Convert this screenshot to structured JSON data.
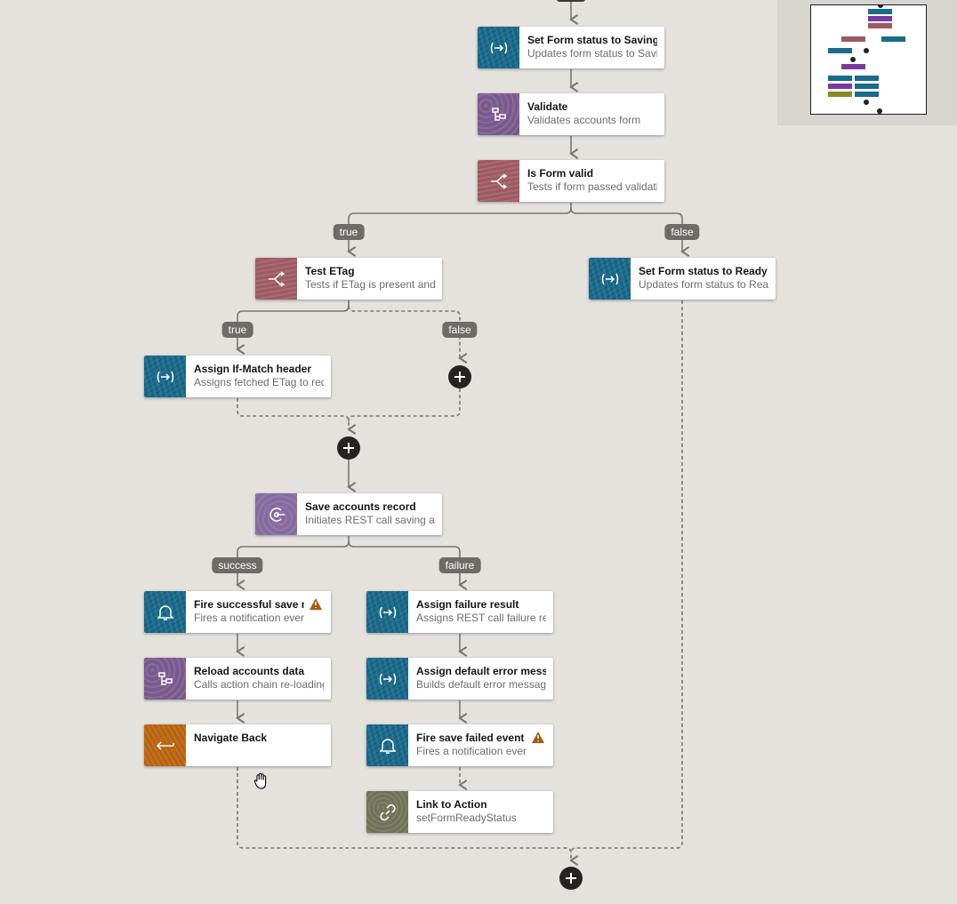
{
  "canvas": {
    "background": "#e5e2de",
    "connector_color": "#7a7672"
  },
  "node_colors": {
    "assign": "#1a6a8c",
    "call_chain": "#7a5a8e",
    "if": "#9e5a62",
    "rest": "#866aa0",
    "navigate": "#b8620d",
    "link": "#6f7257",
    "warning": "#a45a12"
  },
  "nodes": [
    {
      "id": "set-saving",
      "type": "assign",
      "icon": "assign-arrow-icon",
      "title": "Set Form status to Saving",
      "subtitle": "Updates form status to Saving"
    },
    {
      "id": "validate",
      "type": "call_chain",
      "icon": "chain-icon",
      "title": "Validate",
      "subtitle": "Validates accounts form"
    },
    {
      "id": "is-form-valid",
      "type": "if",
      "icon": "branch-icon",
      "title": "Is Form valid",
      "subtitle": "Tests if form passed validation"
    },
    {
      "id": "test-etag",
      "type": "if",
      "icon": "branch-icon",
      "title": "Test ETag",
      "subtitle": "Tests if ETag is present and"
    },
    {
      "id": "set-ready",
      "type": "assign",
      "icon": "assign-arrow-icon",
      "title": "Set Form status to Ready",
      "subtitle": "Updates form status to Ready"
    },
    {
      "id": "assign-if-match",
      "type": "assign",
      "icon": "assign-arrow-icon",
      "title": "Assign If-Match header",
      "subtitle": "Assigns fetched ETag to request"
    },
    {
      "id": "save-record",
      "type": "rest",
      "icon": "rest-icon",
      "title": "Save accounts record",
      "subtitle": "Initiates REST call saving a"
    },
    {
      "id": "fire-success",
      "type": "assign",
      "icon": "bell-icon",
      "title": "Fire successful save notification",
      "subtitle": "Fires a notification event",
      "warning": true
    },
    {
      "id": "assign-failure",
      "type": "assign",
      "icon": "assign-arrow-icon",
      "title": "Assign failure result",
      "subtitle": "Assigns REST call failure result"
    },
    {
      "id": "reload-data",
      "type": "call_chain",
      "icon": "chain-icon",
      "title": "Reload accounts data",
      "subtitle": "Calls action chain re-loading"
    },
    {
      "id": "assign-default-error",
      "type": "assign",
      "icon": "assign-arrow-icon",
      "title": "Assign default error message",
      "subtitle": "Builds default error message"
    },
    {
      "id": "navigate-back",
      "type": "navigate",
      "icon": "back-arrow-icon",
      "title": "Navigate Back",
      "subtitle": ""
    },
    {
      "id": "fire-failed",
      "type": "assign",
      "icon": "bell-icon",
      "title": "Fire save failed event",
      "subtitle": "Fires a notification event",
      "warning": true
    },
    {
      "id": "link-action",
      "type": "link",
      "icon": "link-icon",
      "title": "Link to Action",
      "subtitle": "setFormReadyStatus"
    }
  ],
  "branch_labels": [
    {
      "id": "if-valid-true",
      "text": "true"
    },
    {
      "id": "if-valid-false",
      "text": "false"
    },
    {
      "id": "etag-true",
      "text": "true"
    },
    {
      "id": "etag-false",
      "text": "false"
    },
    {
      "id": "rest-success",
      "text": "success"
    },
    {
      "id": "rest-failure",
      "text": "failure"
    }
  ],
  "overview": {
    "label": "overview-minimap",
    "frame_color": "#1d1c1a"
  }
}
